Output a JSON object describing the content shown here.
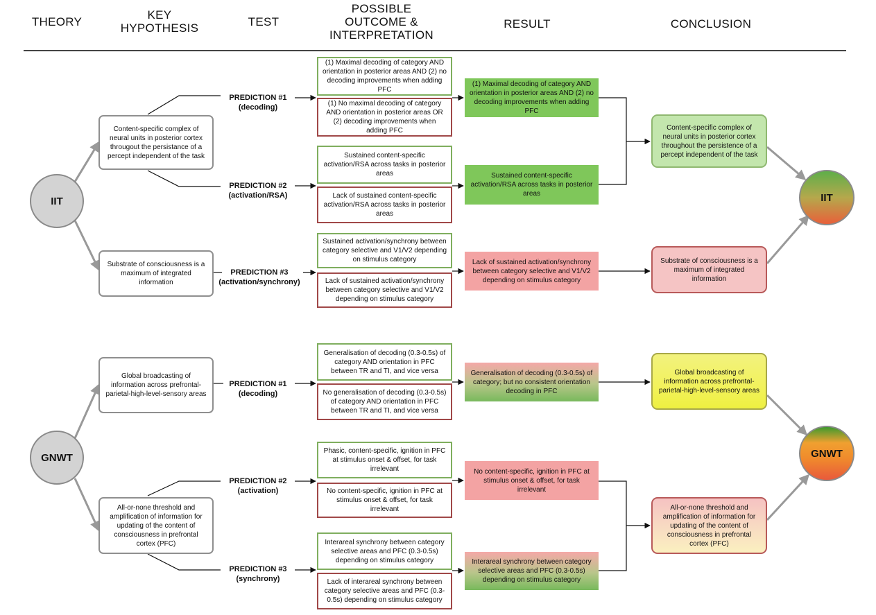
{
  "headers": {
    "theory": "THEORY",
    "key_hypothesis": "KEY\nHYPOTHESIS",
    "test": "TEST",
    "possible_outcome": "POSSIBLE\nOUTCOME &\nINTERPRETATION",
    "result": "RESULT",
    "conclusion": "CONCLUSION"
  },
  "theories": {
    "iit": "IIT",
    "gnwt": "GNWT"
  },
  "hypotheses": {
    "iit_content": "Content-specific complex of neural units in posterior cortex througout the persistance of a percept independent of the task",
    "iit_substrate": "Substrate of consciousness is a maximum of integrated information",
    "gnwt_broadcast": "Global broadcasting of information across prefrontal-parietal-high-level-sensory areas",
    "gnwt_ignition": "All-or-none threshold and amplification of information for updating of the content of consciousness in prefrontal cortex (PFC)"
  },
  "predictions": {
    "iit_p1": "PREDICTION #1\n(decoding)",
    "iit_p2": "PREDICTION #2\n(activation/RSA)",
    "iit_p3": "PREDICTION #3\n(activation/synchrony)",
    "gnwt_p1": "PREDICTION #1\n(decoding)",
    "gnwt_p2": "PREDICTION #2\n(activation)",
    "gnwt_p3": "PREDICTION #3\n(synchrony)"
  },
  "outcomes": {
    "iit_p1_pos": "(1) Maximal decoding of category AND orientation in posterior areas AND (2)  no decoding improvements when adding PFC",
    "iit_p1_neg": "(1) No maximal decoding of category AND orientation in posterior areas OR (2) decoding improvements when adding PFC",
    "iit_p2_pos": "Sustained content-specific activation/RSA across tasks in posterior areas",
    "iit_p2_neg": "Lack of sustained content-specific activation/RSA across tasks in posterior areas",
    "iit_p3_pos": "Sustained activation/synchrony between category selective and V1/V2 depending on stimulus category",
    "iit_p3_neg": "Lack of sustained activation/synchrony between category selective and V1/V2 depending on stimulus category",
    "gnwt_p1_pos": "Generalisation of decoding (0.3-0.5s) of category AND orientation in PFC between TR and TI, and vice versa",
    "gnwt_p1_neg": "No generalisation of decoding (0.3-0.5s) of category AND orientation in PFC between TR and TI, and vice versa",
    "gnwt_p2_pos": "Phasic, content-specific, ignition in PFC at stimulus onset & offset, for task irrelevant",
    "gnwt_p2_neg": "No content-specific, ignition in PFC at stimulus onset & offset, for task irrelevant",
    "gnwt_p3_pos": "Interareal synchrony between category selective areas and PFC (0.3-0.5s) depending on stimulus category",
    "gnwt_p3_neg": "Lack of interareal synchrony between category selective areas and PFC (0.3-0.5s) depending on stimulus category"
  },
  "results": {
    "iit_r1": "(1) Maximal decoding of category AND orientation in posterior areas AND (2) no decoding improvements when adding PFC",
    "iit_r2": "Sustained content-specific activation/RSA across tasks in posterior areas",
    "iit_r3": "Lack of sustained activation/synchrony between category selective and V1/V2 depending on stimulus category",
    "gnwt_r1": "Generalisation of decoding (0.3-0.5s) of category; but no consistent orientation decoding in PFC",
    "gnwt_r2": "No content-specific, ignition in PFC at stimulus onset & offset, for task irrelevant",
    "gnwt_r3": "Interareal synchrony between category selective areas and PFC (0.3-0.5s) depending on stimulus category"
  },
  "conclusions": {
    "iit_c1": "Content-specific complex of neural units in posterior cortex throughout the persistence of a percept independent of the task",
    "iit_c2": "Substrate of consciousness is a maximum of integrated information",
    "gnwt_c1": "Global broadcasting of information across prefrontal-parietal-high-level-sensory areas",
    "gnwt_c2": "All-or-none threshold and amplification of information for updating of the content of consciousness in prefrontal cortex (PFC)"
  },
  "colors": {
    "supported_green": "#7fc75a",
    "refuted_red": "#f3a3a3",
    "partial_yellow": "#f2f25c",
    "outcome_positive_border": "#7fae5e",
    "outcome_negative_border": "#a04848",
    "neutral_gray": "#8f8f8f"
  }
}
